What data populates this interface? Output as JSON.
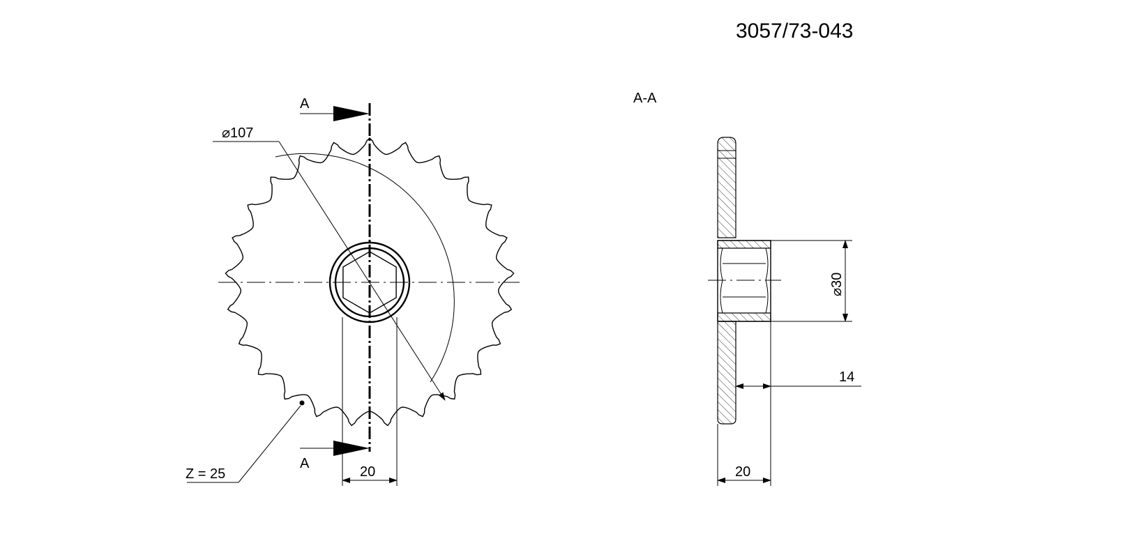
{
  "drawing_number": "3057/73-043",
  "section_title": "A-A",
  "front_view": {
    "section_marker_top": "A",
    "section_marker_bottom": "A",
    "outer_diameter_label": "⌀107",
    "teeth_count_label": "Z = 25",
    "hub_width_dim": "20",
    "teeth": 25
  },
  "section_view": {
    "bore_diameter_label": "⌀30",
    "offset_dim": "14",
    "hub_length_dim": "20"
  },
  "colors": {
    "line": "#000000",
    "background": "#ffffff"
  }
}
